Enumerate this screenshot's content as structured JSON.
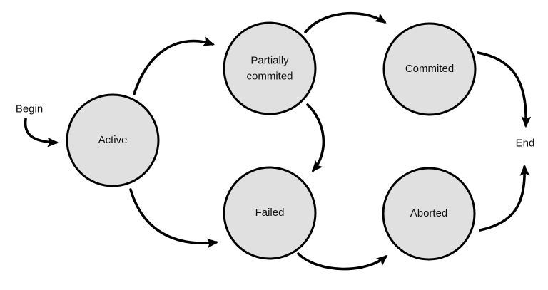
{
  "diagram": {
    "type": "state-diagram",
    "background": "#ffffff",
    "node_fill": "#e0e0e0",
    "node_stroke": "#000000",
    "arrow_color": "#000000",
    "terminals": {
      "begin": "Begin",
      "end": "End"
    },
    "nodes": [
      {
        "id": "active",
        "label": "Active"
      },
      {
        "id": "partially-commited",
        "label": "Partially commited"
      },
      {
        "id": "commited",
        "label": "Commited"
      },
      {
        "id": "failed",
        "label": "Failed"
      },
      {
        "id": "aborted",
        "label": "Aborted"
      }
    ],
    "edges": [
      {
        "from": "begin",
        "to": "active"
      },
      {
        "from": "active",
        "to": "partially-commited"
      },
      {
        "from": "partially-commited",
        "to": "commited"
      },
      {
        "from": "partially-commited",
        "to": "failed"
      },
      {
        "from": "active",
        "to": "failed"
      },
      {
        "from": "failed",
        "to": "aborted"
      },
      {
        "from": "commited",
        "to": "end"
      },
      {
        "from": "aborted",
        "to": "end"
      }
    ]
  }
}
